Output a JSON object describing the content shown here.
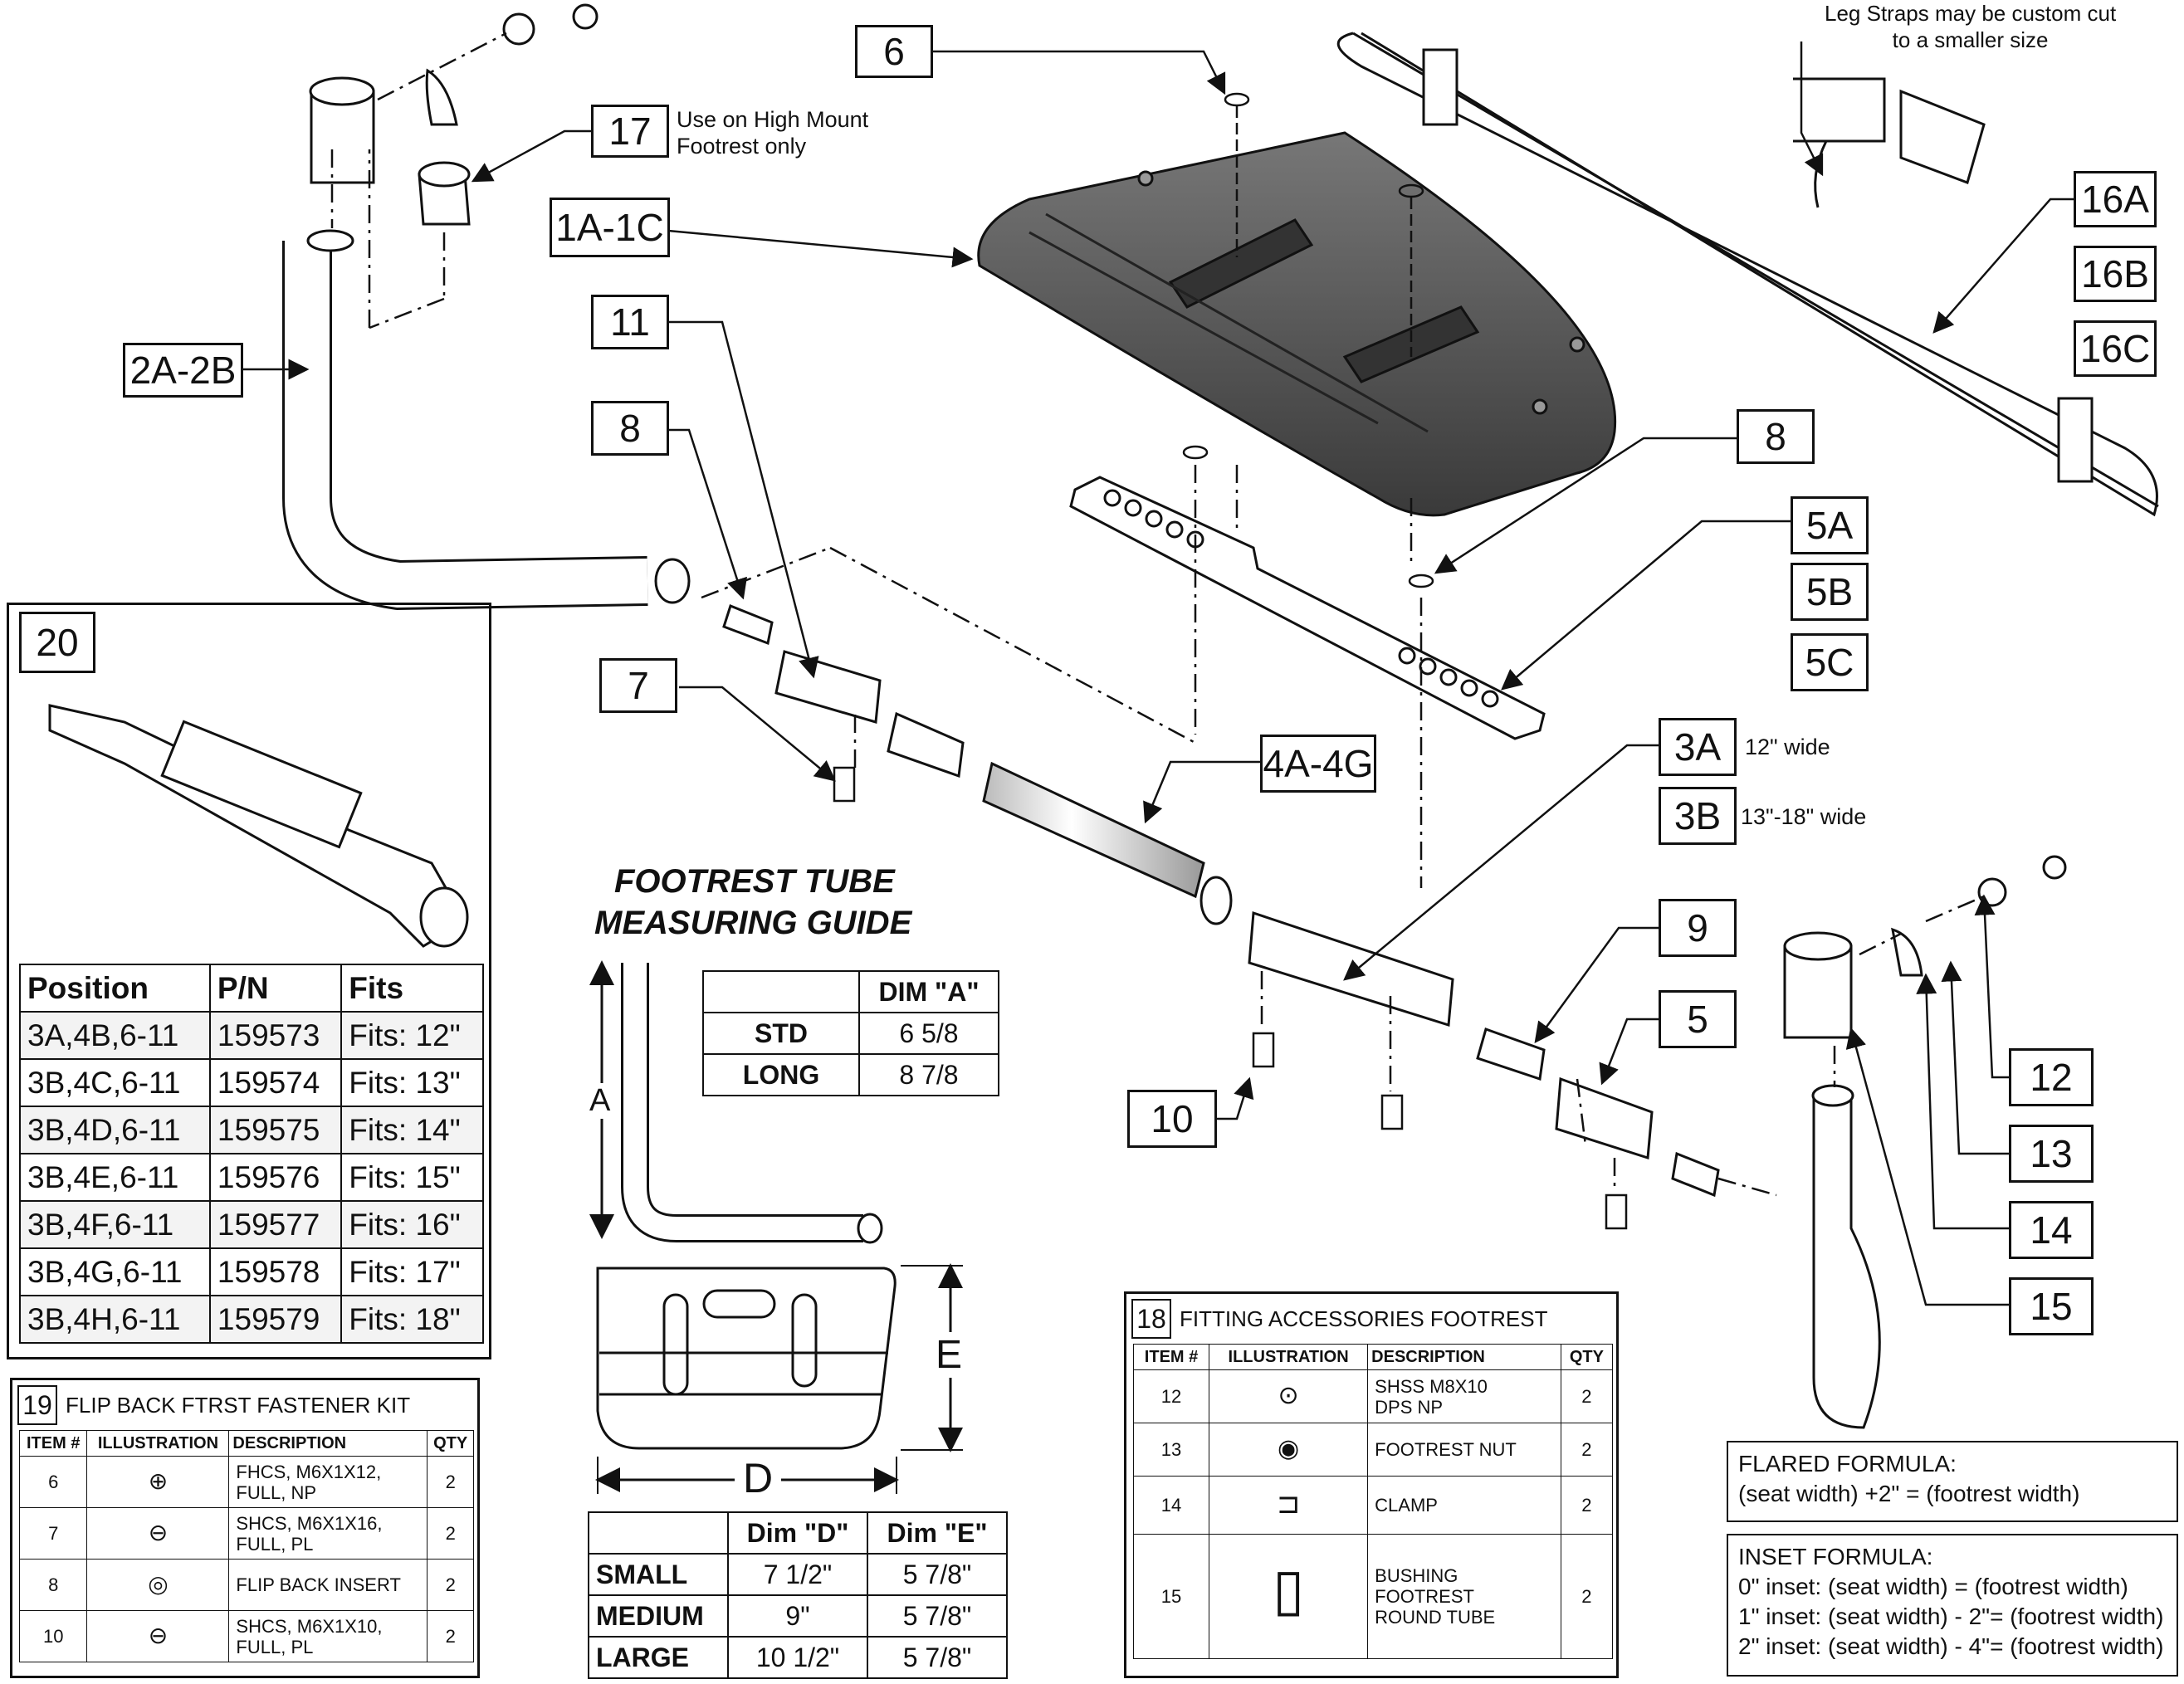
{
  "callouts": {
    "c6_top": "6",
    "c17": "17",
    "c1a1c": "1A-1C",
    "c11": "11",
    "c2a2b": "2A-2B",
    "c8_left": "8",
    "c7": "7",
    "c4a4g": "4A-4G",
    "c8_right": "8",
    "c5a": "5A",
    "c5b": "5B",
    "c5c": "5C",
    "c16a": "16A",
    "c16b": "16B",
    "c16c": "16C",
    "c3a": "3A",
    "c3b": "3B",
    "c9": "9",
    "c5": "5",
    "c10": "10",
    "c12": "12",
    "c13": "13",
    "c14": "14",
    "c15": "15"
  },
  "notes": {
    "high_mount": "Use on High Mount\nFootrest only",
    "leg_straps": "Leg Straps may be custom cut\nto a smaller size",
    "w3a": "12\" wide",
    "w3b": "13\"-18\" wide"
  },
  "guide": {
    "title1": "FOOTREST TUBE",
    "title2": "MEASURING GUIDE",
    "dim_a_label": "A",
    "dim_d_label": "D",
    "dim_e_label": "E",
    "tube_table": {
      "header": [
        "",
        "DIM \"A\""
      ],
      "rows": [
        [
          "STD",
          "6 5/8"
        ],
        [
          "LONG",
          "8 7/8"
        ]
      ]
    },
    "plate_table": {
      "header": [
        "",
        "Dim \"D\"",
        "Dim \"E\""
      ],
      "rows": [
        [
          "SMALL",
          "7 1/2\"",
          "5 7/8\""
        ],
        [
          "MEDIUM",
          "9\"",
          "5 7/8\""
        ],
        [
          "LARGE",
          "10 1/2\"",
          "5 7/8\""
        ]
      ]
    }
  },
  "panel20": {
    "number": "20",
    "header": [
      "Position",
      "P/N",
      "Fits"
    ],
    "rows": [
      [
        "3A,4B,6-11",
        "159573",
        "Fits: 12\""
      ],
      [
        "3B,4C,6-11",
        "159574",
        "Fits: 13\""
      ],
      [
        "3B,4D,6-11",
        "159575",
        "Fits: 14\""
      ],
      [
        "3B,4E,6-11",
        "159576",
        "Fits: 15\""
      ],
      [
        "3B,4F,6-11",
        "159577",
        "Fits: 16\""
      ],
      [
        "3B,4G,6-11",
        "159578",
        "Fits: 17\""
      ],
      [
        "3B,4H,6-11",
        "159579",
        "Fits: 18\""
      ]
    ]
  },
  "kit19": {
    "number": "19",
    "title": "FLIP BACK FTRST FASTENER KIT",
    "header": [
      "ITEM #",
      "ILLUSTRATION",
      "DESCRIPTION",
      "QTY"
    ],
    "rows": [
      [
        "6",
        "screw-fhcs-icon",
        "FHCS, M6X1X12,\nFULL, NP",
        "2"
      ],
      [
        "7",
        "screw-shcs-icon",
        "SHCS, M6X1X16,\nFULL, PL",
        "2"
      ],
      [
        "8",
        "flip-insert-icon",
        "FLIP BACK INSERT",
        "2"
      ],
      [
        "10",
        "screw-shcs-icon",
        "SHCS, M6X1X10,\nFULL, PL",
        "2"
      ]
    ]
  },
  "kit18": {
    "number": "18",
    "title": "FITTING ACCESSORIES FOOTREST",
    "header": [
      "ITEM #",
      "ILLUSTRATION",
      "DESCRIPTION",
      "QTY"
    ],
    "rows": [
      [
        "12",
        "set-screw-icon",
        "SHSS M8X10\nDPS NP",
        "2"
      ],
      [
        "13",
        "footrest-nut-icon",
        "FOOTREST NUT",
        "2"
      ],
      [
        "14",
        "clamp-icon",
        "CLAMP",
        "2"
      ],
      [
        "15",
        "bushing-icon",
        "BUSHING\nFOOTREST\nROUND TUBE",
        "2"
      ]
    ]
  },
  "formulas": {
    "flared": [
      "FLARED FORMULA:",
      "(seat width) +2\"  = (footrest width)"
    ],
    "inset": [
      "INSET FORMULA:",
      "0\" inset: (seat width)      = (footrest width)",
      "1\" inset: (seat width) - 2\"= (footrest width)",
      "2\" inset: (seat width) - 4\"= (footrest width)"
    ]
  }
}
